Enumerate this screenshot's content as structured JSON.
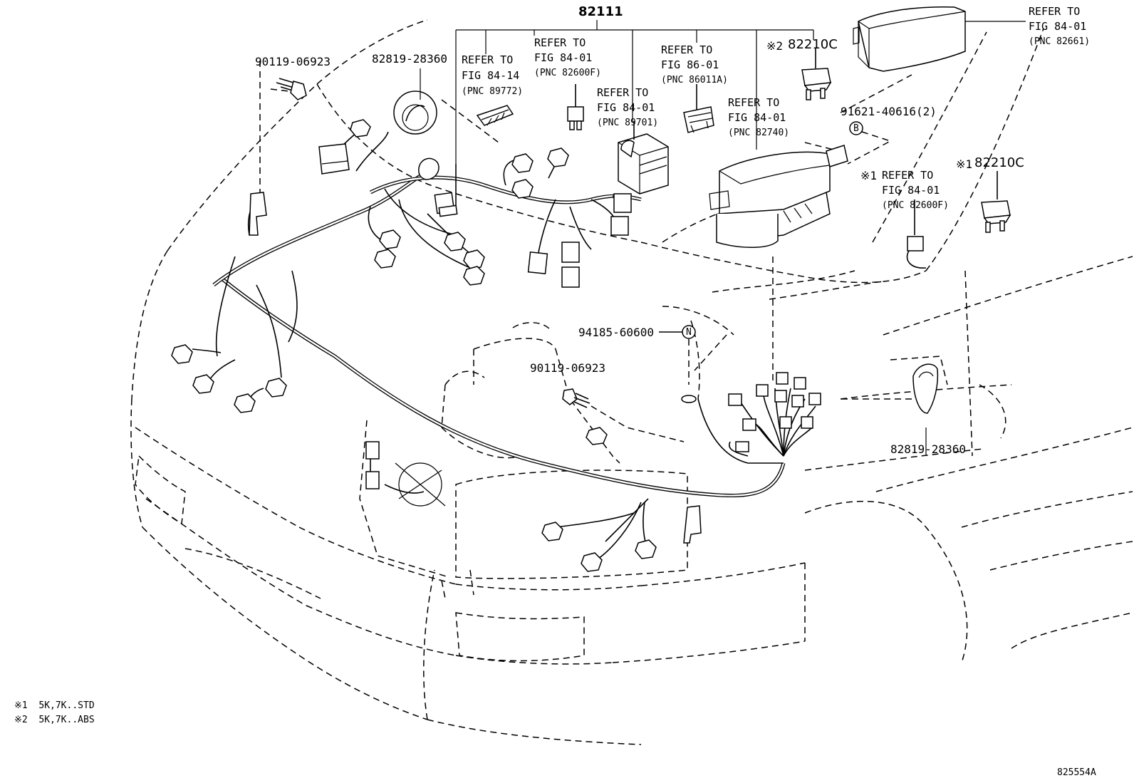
{
  "main_part": "82111",
  "callouts": {
    "bolt_top": "90119-06923",
    "grommet_top": "82819-28360",
    "refer_89772": [
      "REFER TO",
      "FIG 84-14",
      "(PNC 89772)"
    ],
    "refer_82600F_top": [
      "REFER TO",
      "FIG 84-01",
      "(PNC 82600F)"
    ],
    "refer_89701": [
      "REFER TO",
      "FIG 84-01",
      "(PNC 89701)"
    ],
    "refer_86011A": [
      "REFER TO",
      "FIG 86-01",
      "(PNC 86011A)"
    ],
    "refer_82740": [
      "REFER TO",
      "FIG 84-01",
      "(PNC 82740)"
    ],
    "relay_2_mark": "※2",
    "relay_2": "82210C",
    "refer_82661": [
      "REFER TO",
      "FIG 84-01",
      "(PNC 82661)"
    ],
    "screw_b": "91621-40616(2)",
    "screw_b_marker": "B",
    "refer_82600F_right_mark": "※1",
    "refer_82600F_right": [
      "REFER TO",
      "FIG 84-01",
      "(PNC 82600F)"
    ],
    "relay_1_mark": "※1",
    "relay_1": "82210C",
    "nut": "94185-60600",
    "nut_marker": "N",
    "bolt_mid": "90119-06923",
    "grommet_right": "82819-28360"
  },
  "notes": [
    "※1  5K,7K..STD",
    "※2  5K,7K..ABS"
  ],
  "illustration_id": "825554A",
  "icons": [
    "bolt-icon",
    "grommet-icon",
    "connector-icon",
    "fuse-icon",
    "relay-icon",
    "junction-block-icon",
    "fuse-box-cover-icon",
    "nut-icon",
    "screw-icon",
    "wire-harness-icon",
    "vehicle-body-outline-icon"
  ]
}
